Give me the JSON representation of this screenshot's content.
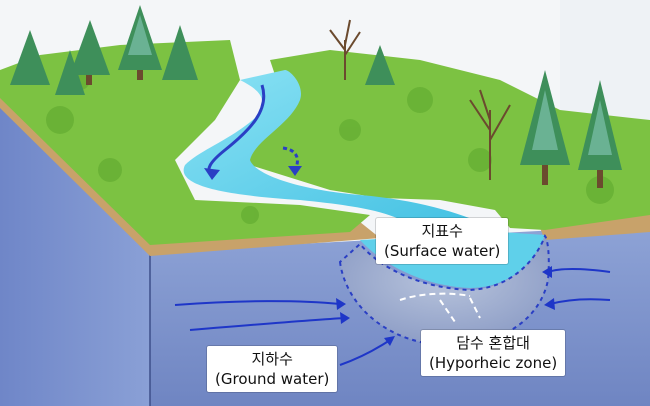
{
  "labels": {
    "surface_water": {
      "korean": "지표수",
      "english": "(Surface water)"
    },
    "ground_water": {
      "korean": "지하수",
      "english": "(Ground water)"
    },
    "hyporheic_zone": {
      "korean": "담수 혼합대",
      "english": "(Hyporheic zone)"
    }
  },
  "colors": {
    "sky": "#f4f6f8",
    "grass": "#7cc242",
    "soil": "#c8a26a",
    "river": "#5fd0ea",
    "groundwater": "#7f96cc",
    "hyporheic": "#9aa9c9",
    "arrow": "#2a3fc4"
  },
  "icons": [
    "conifer-tree-icon",
    "bare-tree-icon",
    "flow-arrow-icon"
  ]
}
